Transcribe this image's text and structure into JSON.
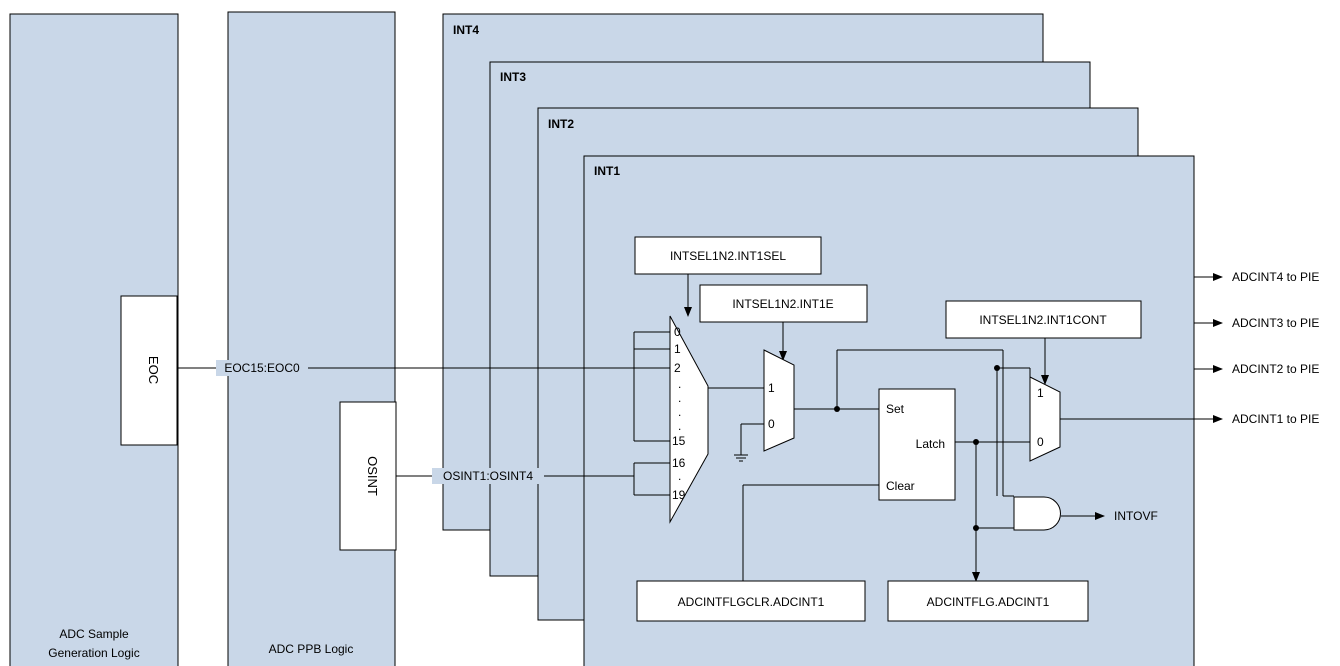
{
  "blocks": {
    "sample_gen": {
      "line1": "ADC Sample",
      "line2": "Generation Logic"
    },
    "ppb": {
      "label": "ADC PPB Logic"
    },
    "eoc": "EOC",
    "osint": "OSINT"
  },
  "signals": {
    "eoc_bus": "EOC15:EOC0",
    "osint_bus": "OSINT1:OSINT4"
  },
  "int_panels": [
    "INT4",
    "INT3",
    "INT2",
    "INT1"
  ],
  "registers": {
    "intsel": "INTSEL1N2.INT1SEL",
    "inte": "INTSEL1N2.INT1E",
    "intcont": "INTSEL1N2.INT1CONT",
    "flgclr": "ADCINTFLGCLR.ADCINT1",
    "flg": "ADCINTFLG.ADCINT1"
  },
  "mux_main": {
    "labels_top": [
      "0",
      "1",
      "2"
    ],
    "dots": ". . .",
    "label_15": "15",
    "label_16": "16",
    "label_19": "19"
  },
  "mux_en": {
    "in1": "1",
    "in0": "0"
  },
  "mux_cont": {
    "in1": "1",
    "in0": "0"
  },
  "latch": {
    "set": "Set",
    "latch": "Latch",
    "clear": "Clear"
  },
  "outputs": [
    "ADCINT4 to PIE",
    "ADCINT3 to PIE",
    "ADCINT2 to PIE",
    "ADCINT1 to PIE"
  ],
  "overflow": "INTOVF"
}
